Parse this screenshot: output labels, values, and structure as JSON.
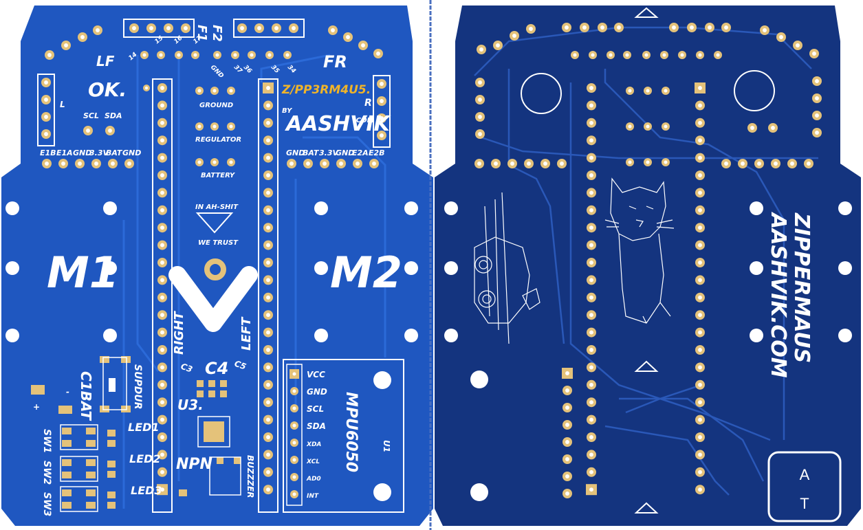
{
  "front": {
    "logo_line1": "LF",
    "logo_line2": "OK.",
    "left_label": "L",
    "right_label": "R",
    "front_right": "FR",
    "scl": "SCL",
    "sda": "SDA",
    "bottom_left_pins": [
      "E1B",
      "E1A",
      "GND",
      "3.3V",
      "BAT",
      "GND"
    ],
    "bottom_right_pins": [
      "GND",
      "BAT",
      "3.3V",
      "GND",
      "E2A",
      "E2B"
    ],
    "top_pin_numbers": [
      "14",
      "15",
      "16",
      "17",
      "GND",
      "37",
      "36",
      "35",
      "34"
    ],
    "f1": "F1",
    "f2": "F2",
    "ground": "GROUND",
    "regulator": "REGULATOR",
    "battery": "BATTERY",
    "brand_gold": "Z/PP3RM4U5.",
    "by": "BY",
    "brand": "AASHVIK",
    "com": ".COM",
    "motto_top": "IN AH-SHIT",
    "motto_bottom": "WE TRUST",
    "m1": "M1",
    "m2": "M2",
    "right": "RIGHT",
    "left": "LEFT",
    "c4": "C4",
    "c3": "C3",
    "c5": "C5",
    "u3": "U3.",
    "npn": "NPN",
    "buzzer": "BUZZZER",
    "c1bat": "C1BAT",
    "supdur": "SUPDUR",
    "sw": [
      "SW1",
      "SW2",
      "SW3"
    ],
    "led": [
      "LED1",
      "LED2",
      "LED3"
    ],
    "mpu_pins": [
      "VCC",
      "GND",
      "SCL",
      "SDA",
      "XDA",
      "XCL",
      "AD0",
      "INT"
    ],
    "mpu": "MPU6050",
    "u1": "U1",
    "plus": "+",
    "minus": "-"
  },
  "back": {
    "brand_line1": "AASHVIK.COM",
    "brand_line2": "ZIPPERMAUS",
    "box_a": "A",
    "box_t": "T"
  },
  "colors": {
    "board_front": "#1f57c0",
    "board_back": "#14347f",
    "pad": "#e4c27a",
    "divider": "#4a6fbf"
  }
}
